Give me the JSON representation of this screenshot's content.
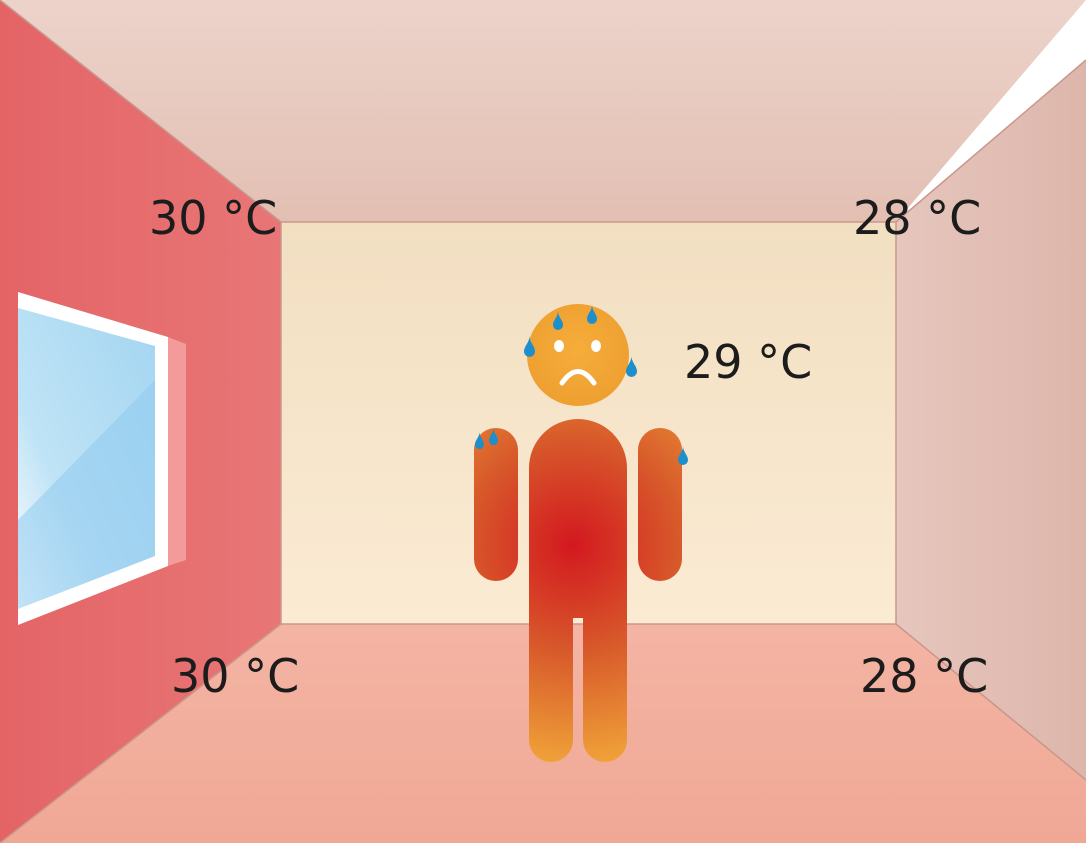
{
  "labels": {
    "left_wall_top": "30 °C",
    "left_wall_bottom": "30 °C",
    "right_wall_top": "28 °C",
    "right_wall_bottom": "28 °C",
    "air": "29 °C"
  },
  "colors": {
    "left_wall": "#e56b6b",
    "right_wall": "#e3c2b9",
    "ceiling": "#e8cbc0",
    "back_wall": "#f7e5c9",
    "floor": "#f2ad9c",
    "window_glass": "#a9d9f3",
    "person_head": "#f2a634",
    "person_body_center": "#d61e26",
    "sweat_drop": "#1e8fcb"
  },
  "icons": {
    "person": "overheated-person-icon",
    "face": "sad-face-icon",
    "drop": "sweat-drop-icon",
    "window": "window-icon"
  }
}
